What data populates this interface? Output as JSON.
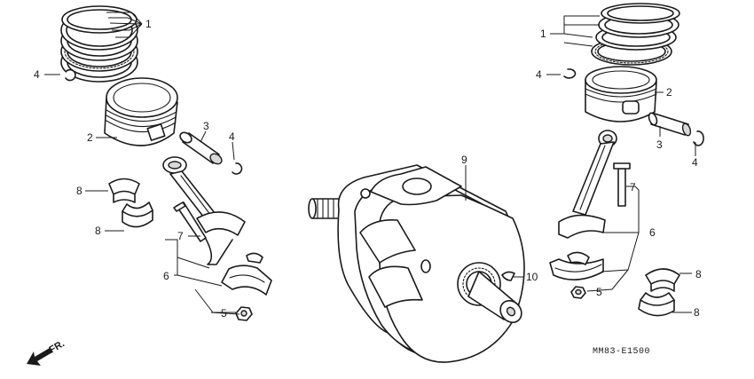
{
  "diagram": {
    "callouts": {
      "left_ring": "1",
      "left_piston": "2",
      "left_pin": "3",
      "left_clip_a": "4",
      "left_clip_b": "4",
      "left_nut": "5",
      "left_rod": "6",
      "left_bolt": "7",
      "left_bearing_a": "8",
      "left_bearing_b": "8",
      "crank": "9",
      "key": "10",
      "right_ring": "1",
      "right_piston": "2",
      "right_pin": "3",
      "right_clip_a": "4",
      "right_clip_b": "4",
      "right_nut": "5",
      "right_rod": "6",
      "right_bolt": "7",
      "right_bearing_a": "8",
      "right_bearing_b": "8"
    },
    "code": "MM83-E1500",
    "direction": "FR."
  }
}
